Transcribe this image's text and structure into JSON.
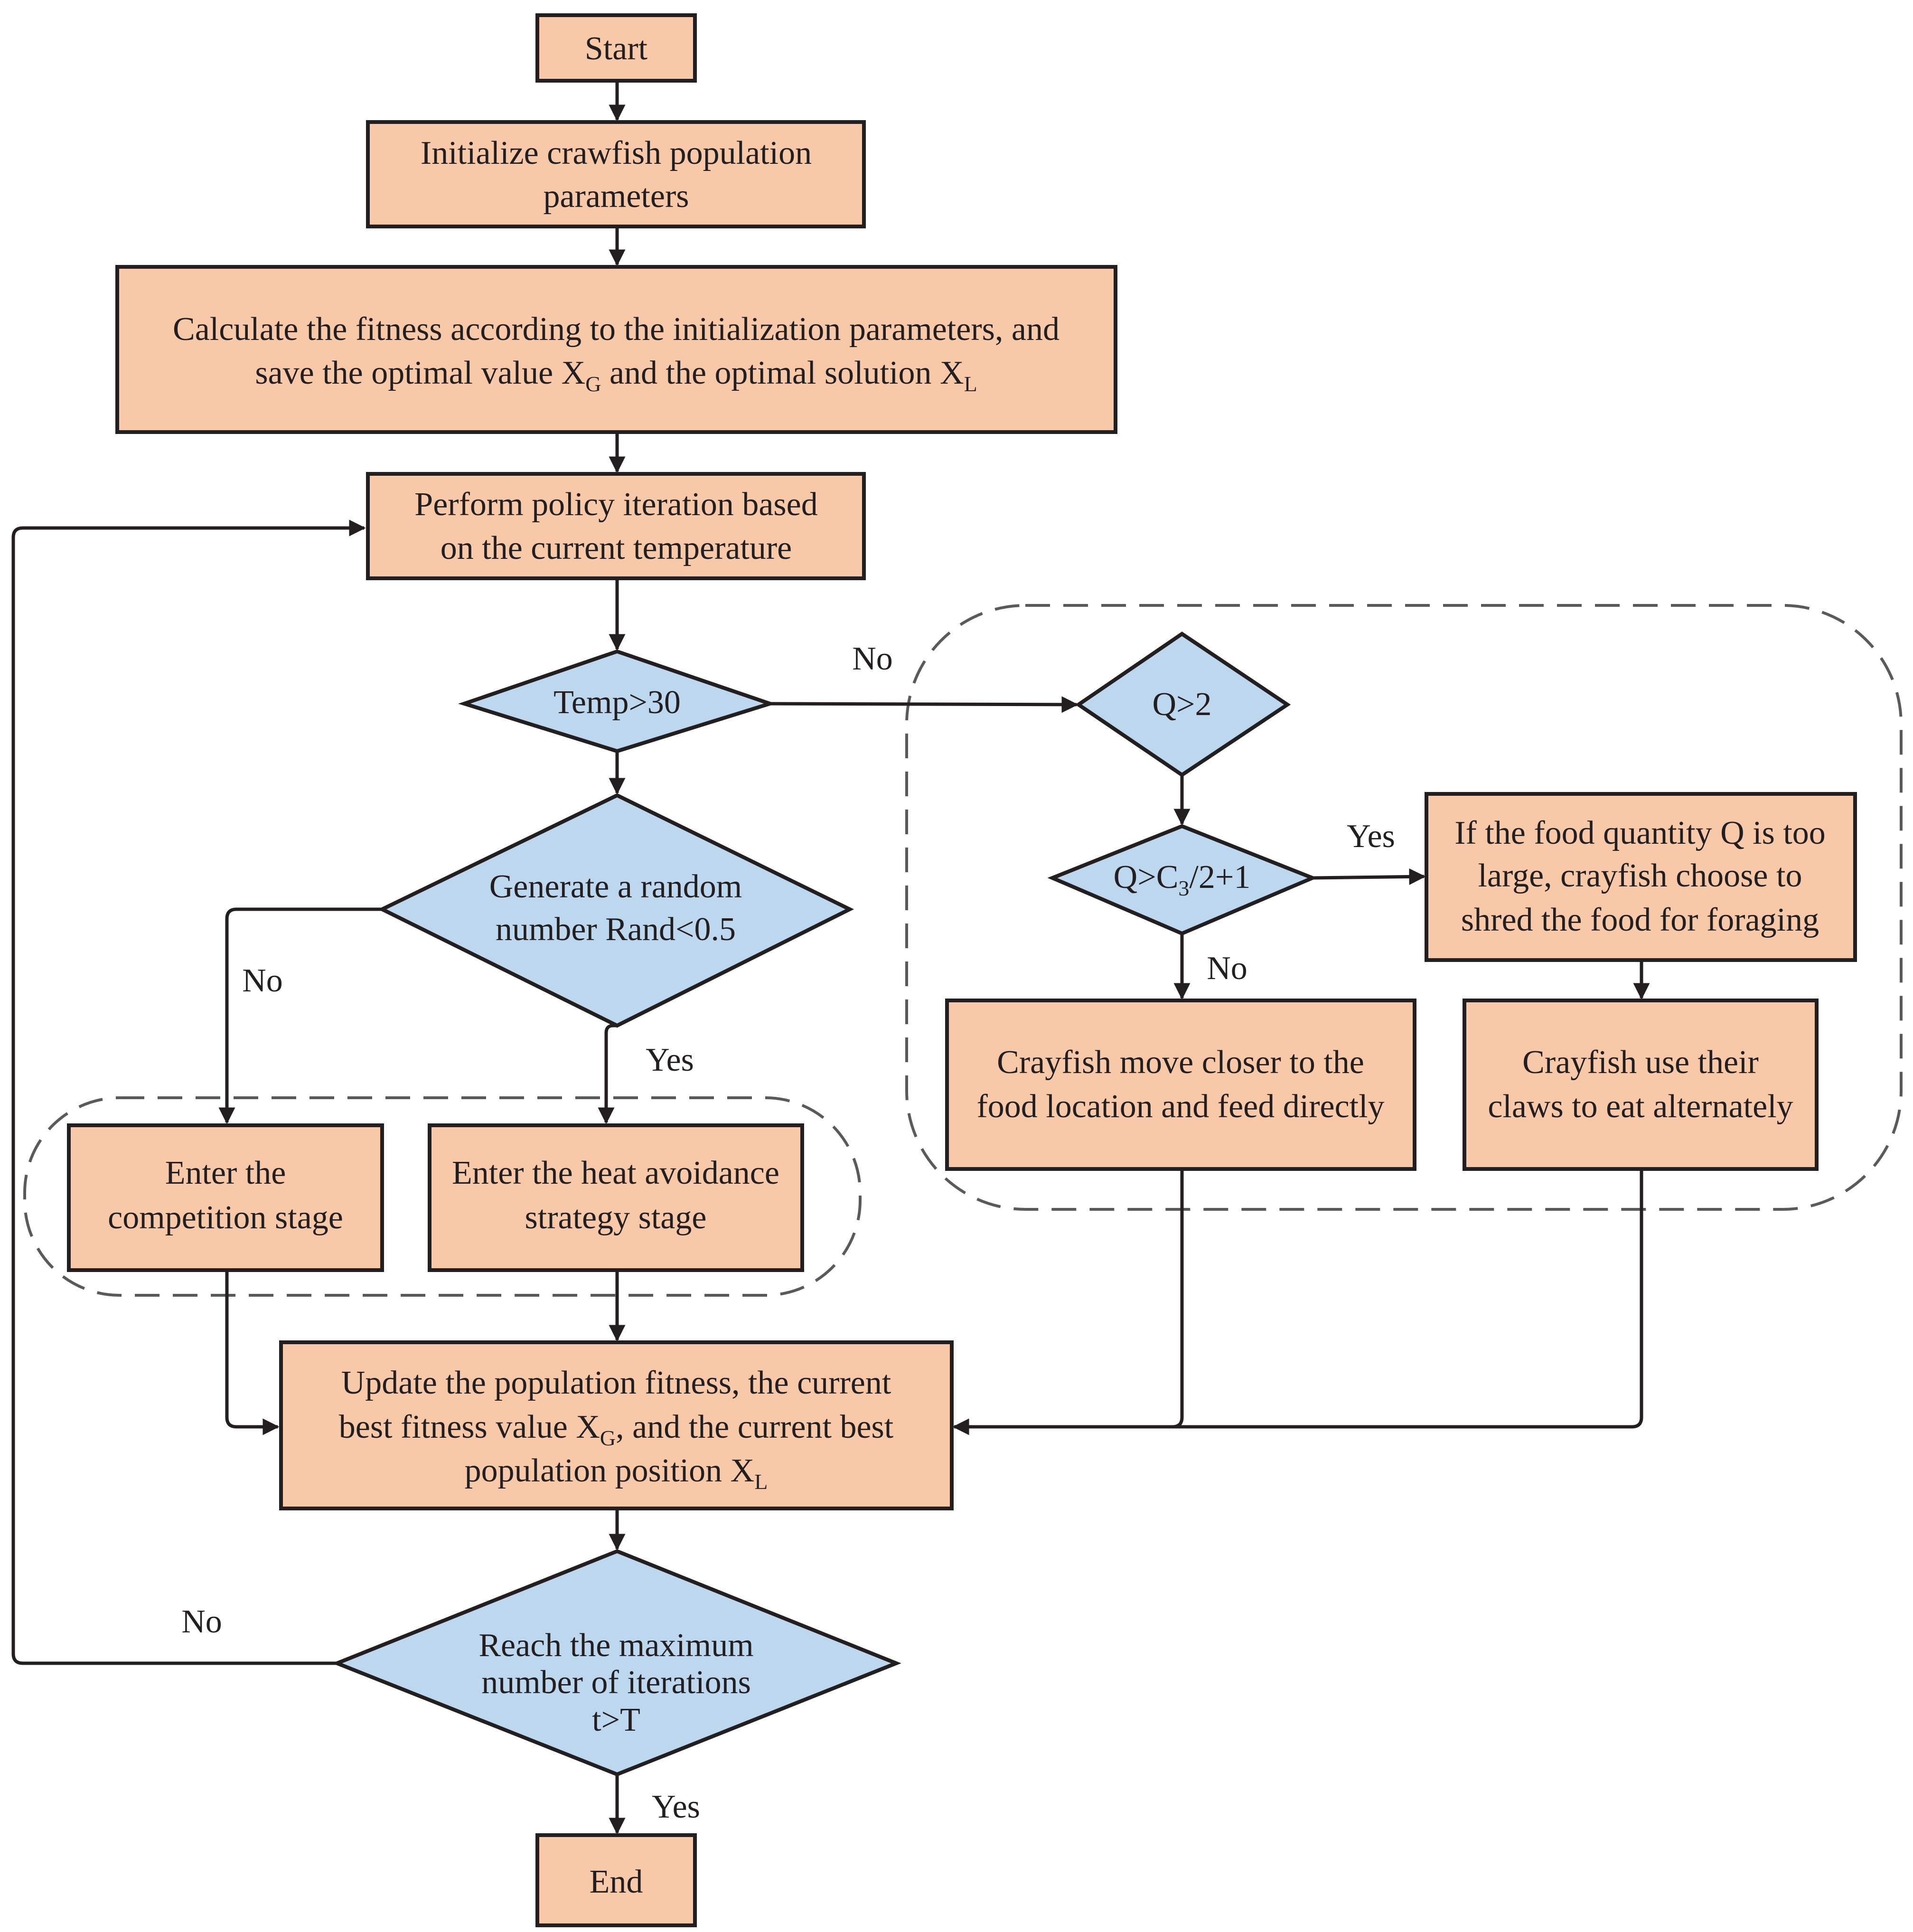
{
  "colors": {
    "process": "#f7c9a9",
    "decision": "#bdd7ee",
    "stroke": "#231f20",
    "group": "#5a5a5a"
  },
  "nodes": {
    "start": "Start",
    "init": [
      "Initialize crawfish population",
      "parameters"
    ],
    "calc": {
      "line1": "Calculate the fitness according to the initialization parameters, and",
      "line2_a": "save the optimal value X",
      "line2_a_sub": "G",
      "line2_b": " and the optimal solution X",
      "line2_b_sub": "L"
    },
    "policy": [
      "Perform policy iteration based",
      "on the current temperature"
    ],
    "temp": "Temp>30",
    "rand": [
      "Generate a random",
      "number Rand<0.5"
    ],
    "competition": [
      "Enter the",
      "competition stage"
    ],
    "heat": [
      "Enter the heat avoidance",
      "strategy stage"
    ],
    "update": {
      "line1": "Update the population fitness, the current",
      "line2_a": "best fitness value X",
      "line2_a_sub": "G",
      "line2_b": ", and the current best",
      "line3_a": "population position X",
      "line3_a_sub": "L"
    },
    "reach": [
      "Reach the maximum",
      "number of iterations",
      "t>T"
    ],
    "end": "End",
    "q2": "Q>2",
    "qc": {
      "a": "Q>C",
      "sub": "3",
      "b": "/2+1"
    },
    "shred": [
      "If the food quantity Q is too",
      "large, crayfish choose to",
      "shred the food for foraging"
    ],
    "closer": [
      "Crayfish move closer to the",
      "food location and feed directly"
    ],
    "claws": [
      "Crayfish use their",
      "claws to eat alternately"
    ]
  },
  "edge_labels": {
    "temp_no": "No",
    "rand_no": "No",
    "rand_yes": "Yes",
    "qc_yes": "Yes",
    "qc_no": "No",
    "reach_no": "No",
    "reach_yes": "Yes"
  }
}
